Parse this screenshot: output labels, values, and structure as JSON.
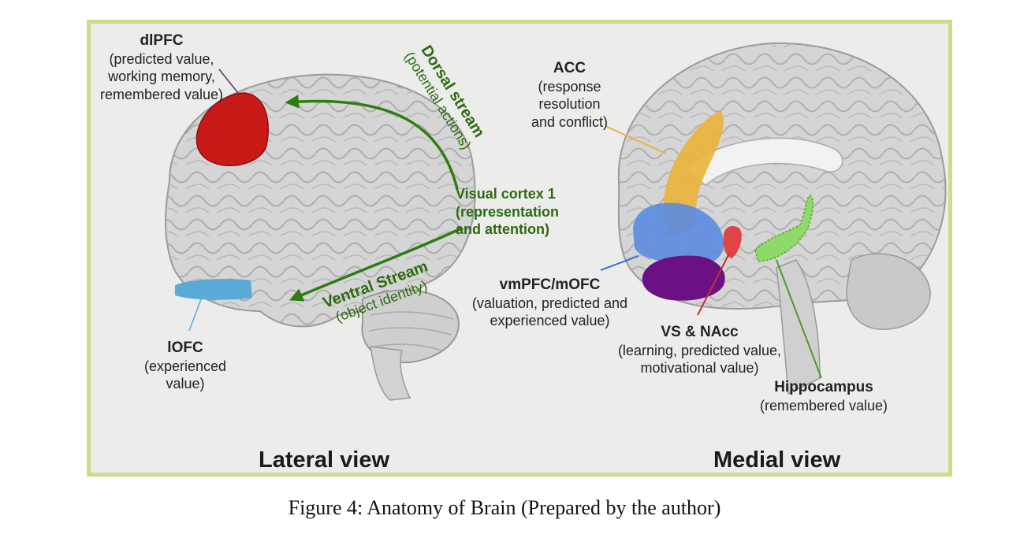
{
  "figure": {
    "caption": "Figure 4: Anatomy of Brain (Prepared by the author)"
  },
  "lateral": {
    "view_label": "Lateral view",
    "dlpfc": {
      "title": "dlPFC",
      "lines": [
        "(predicted value,",
        "working memory,",
        "remembered value)"
      ]
    },
    "lofc": {
      "title": "lOFC",
      "lines": [
        "(experienced",
        "value)"
      ]
    },
    "dorsal": {
      "title": "Dorsal stream",
      "sub": "(potential actions)"
    },
    "visual": {
      "title": "Visual cortex 1",
      "lines": [
        "(representation",
        "and attention)"
      ]
    },
    "ventral": {
      "title": "Ventral Stream",
      "sub": "(object identity)"
    }
  },
  "medial": {
    "view_label": "Medial view",
    "acc": {
      "title": "ACC",
      "lines": [
        "(response",
        "resolution",
        "and conflict)"
      ]
    },
    "vmpfc": {
      "title": "vmPFC/mOFC",
      "lines": [
        "(valuation, predicted and",
        "experienced value)"
      ]
    },
    "vs": {
      "title": "VS & NAcc",
      "lines": [
        "(learning, predicted value,",
        "motivational value)"
      ]
    },
    "hippo": {
      "title": "Hippocampus",
      "lines": [
        "(remembered value)"
      ]
    }
  },
  "colors": {
    "dlpfc": "#c81a17",
    "lofc": "#5aaad6",
    "acc": "#e9b43a",
    "vmpfc": "#5b8be0",
    "mofc": "#6b1184",
    "vs": "#e04545",
    "hippo": "#8fd96a",
    "stream_arrow": "#2e7d10"
  }
}
